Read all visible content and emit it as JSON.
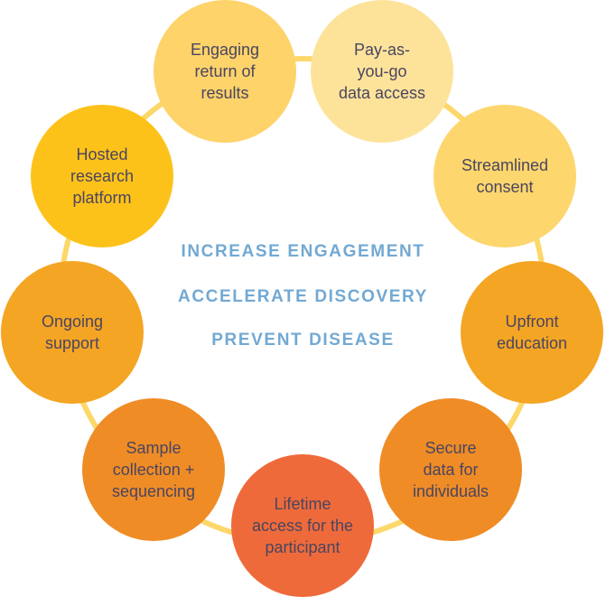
{
  "center": {
    "lines": [
      "INCREASE ENGAGEMENT",
      "ACCELERATE DISCOVERY",
      "PREVENT DISEASE"
    ],
    "color": "#72a9d3"
  },
  "ring_color": "#fcd86a",
  "nodes": [
    {
      "label": "Engaging\nreturn of\nresults",
      "color": "#fdd36a"
    },
    {
      "label": "Pay-as-\nyou-go\ndata access",
      "color": "#fde39a"
    },
    {
      "label": "Streamlined\nconsent",
      "color": "#fdd66d"
    },
    {
      "label": "Upfront\neducation",
      "color": "#f4a524"
    },
    {
      "label": "Secure\ndata for\nindividuals",
      "color": "#ef8c26"
    },
    {
      "label": "Lifetime\naccess for the\nparticipant",
      "color": "#ef6a3a"
    },
    {
      "label": "Sample\ncollection +\nsequencing",
      "color": "#ef8c26"
    },
    {
      "label": "Ongoing\nsupport",
      "color": "#f4a524"
    },
    {
      "label": "Hosted\nresearch\nplatform",
      "color": "#fdc21a"
    }
  ]
}
